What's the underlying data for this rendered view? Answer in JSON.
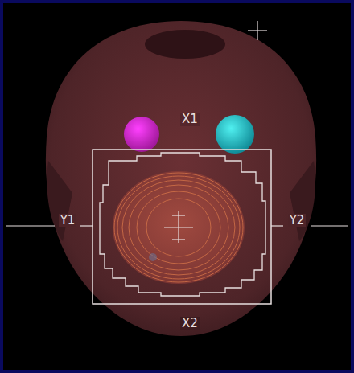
{
  "diagram": {
    "labels": [
      "X1",
      "Y1",
      "Y2",
      "X2"
    ]
  }
}
